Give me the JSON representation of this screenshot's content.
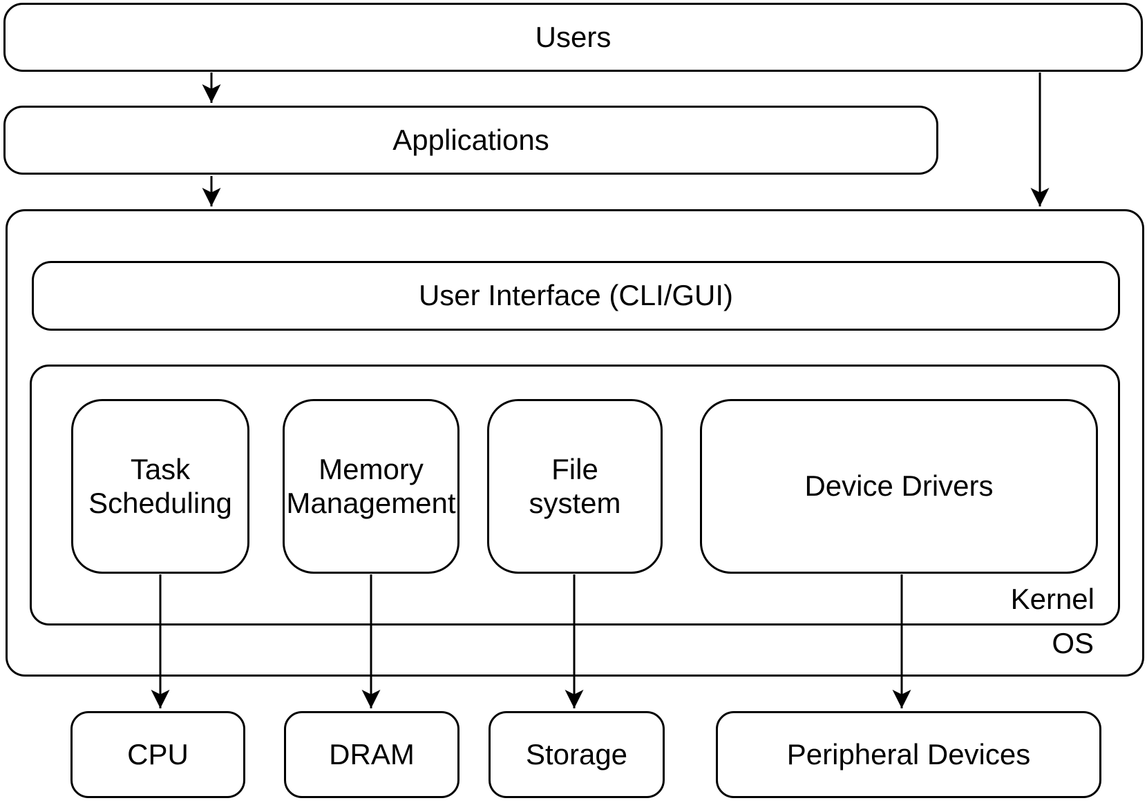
{
  "diagram": {
    "nodes": {
      "users": {
        "label": "Users"
      },
      "applications": {
        "label": "Applications"
      },
      "os": {
        "label": "OS"
      },
      "user_interface": {
        "label": "User Interface (CLI/GUI)"
      },
      "kernel": {
        "label": "Kernel"
      },
      "task_scheduling": {
        "lines": [
          "Task",
          "Scheduling"
        ]
      },
      "memory_management": {
        "lines": [
          "Memory",
          "Management"
        ]
      },
      "file_system": {
        "lines": [
          "File",
          "system"
        ]
      },
      "device_drivers": {
        "label": "Device Drivers"
      },
      "cpu": {
        "label": "CPU"
      },
      "dram": {
        "label": "DRAM"
      },
      "storage": {
        "label": "Storage"
      },
      "peripheral_devices": {
        "label": "Peripheral Devices"
      }
    },
    "edges": [
      {
        "from": "Users",
        "to": "Applications"
      },
      {
        "from": "Users",
        "to": "OS"
      },
      {
        "from": "Applications",
        "to": "OS"
      },
      {
        "from": "Task Scheduling",
        "to": "CPU"
      },
      {
        "from": "Memory Management",
        "to": "DRAM"
      },
      {
        "from": "File system",
        "to": "Storage"
      },
      {
        "from": "Device Drivers",
        "to": "Peripheral Devices"
      }
    ],
    "colors": {
      "stroke": "#000000",
      "text": "#000000",
      "background": "#ffffff"
    }
  }
}
